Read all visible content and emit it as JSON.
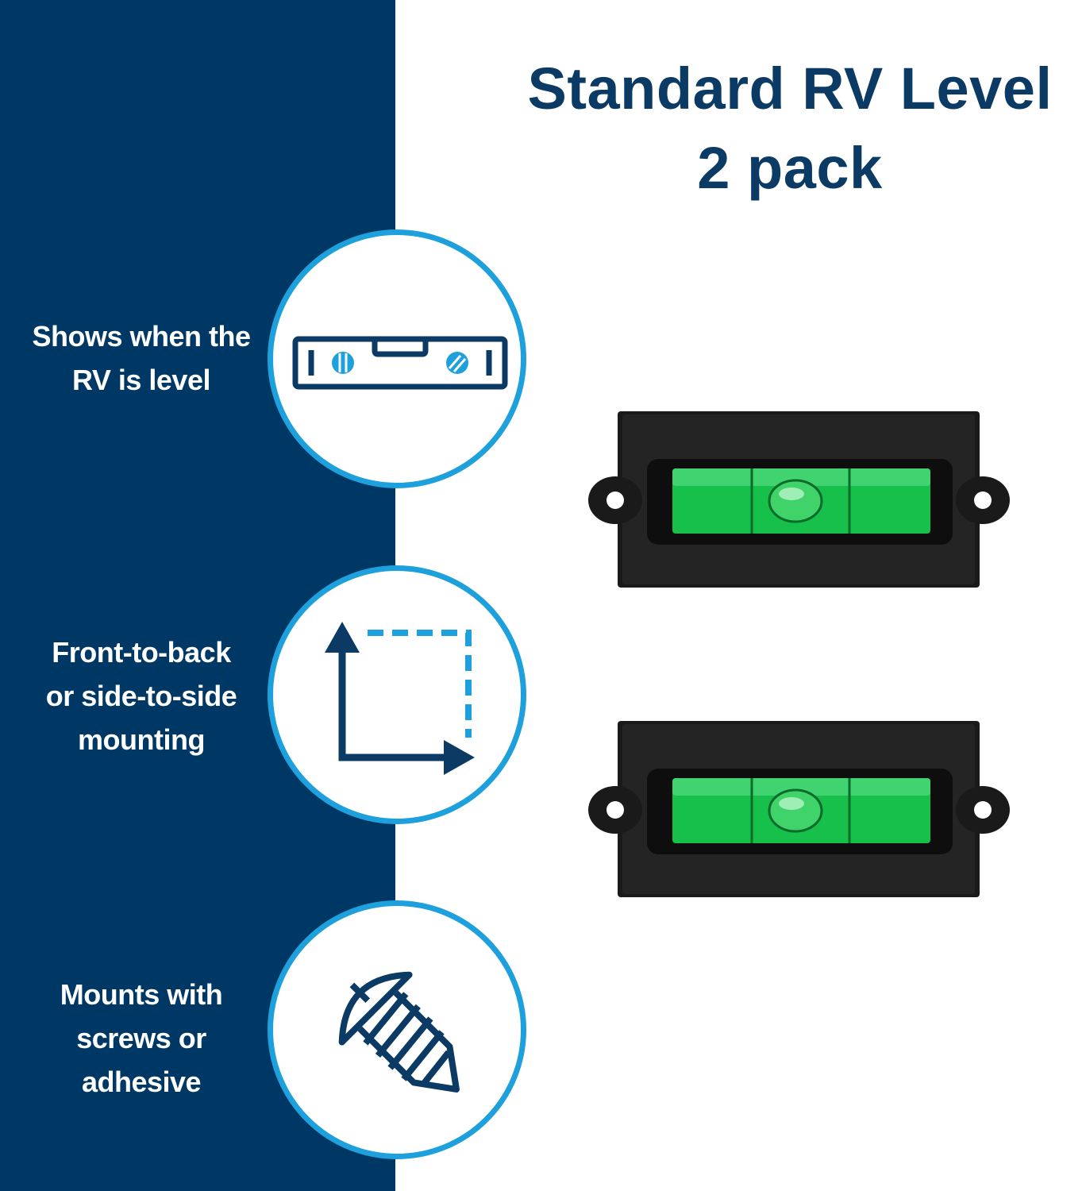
{
  "title": {
    "line1": "Standard RV Level",
    "line2": "2 pack"
  },
  "colors": {
    "panel": "#003865",
    "circle_border": "#1ea0dc",
    "icon_dark": "#0b3a64",
    "icon_light": "#1ea0dc",
    "vial_green": "#16c04a",
    "housing": "#1a1a1a"
  },
  "features": [
    {
      "lines": [
        "Shows when the",
        "RV is level"
      ],
      "icon": "bubble-level-icon"
    },
    {
      "lines": [
        "Front-to-back",
        "or side-to-side",
        "mounting"
      ],
      "icon": "right-angle-arrows-icon"
    },
    {
      "lines": [
        "Mounts with",
        "screws or",
        "adhesive"
      ],
      "icon": "screw-icon"
    }
  ],
  "products": [
    {
      "name": "rv-bubble-level"
    },
    {
      "name": "rv-bubble-level"
    }
  ]
}
